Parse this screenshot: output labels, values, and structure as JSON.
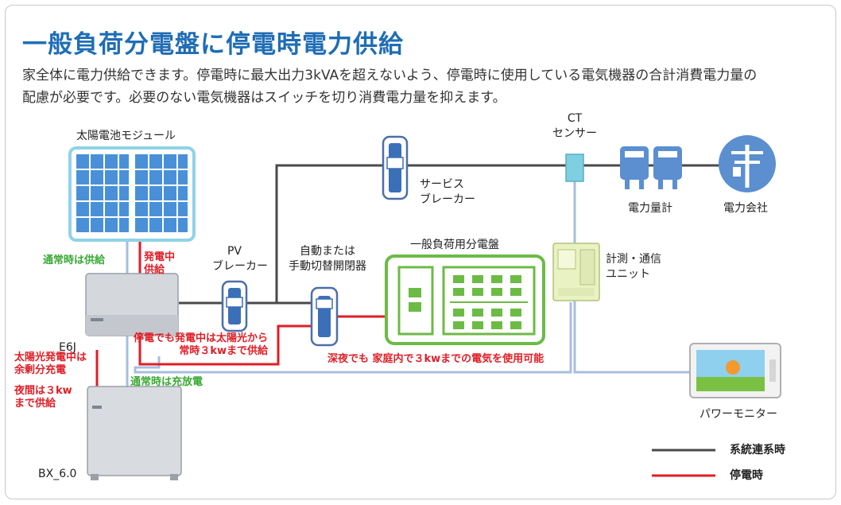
{
  "title": "一般負荷分電盤に停電時電力供給",
  "description": {
    "line1": "家全体に電力供給できます。停電時に最大出力3kVAを超えないよう、停電時に使用している電気機器の合計消費電力量の",
    "line2": "配慮が必要です。必要のない電気機器はスイッチを切り消費電力量を抑えます。"
  },
  "labels": {
    "solar_module": "太陽電池モジュール",
    "pv_breaker": [
      "PV",
      "ブレーカー"
    ],
    "auto_switch": [
      "自動または",
      "手動切替開閉器"
    ],
    "distribution_board": "一般負荷用分電盤",
    "service_breaker": [
      "サービス",
      "ブレーカー"
    ],
    "ct_sensor": [
      "CT",
      "センサー"
    ],
    "power_meter": "電力量計",
    "power_company": "電力会社",
    "measurement_unit": [
      "計測・通信",
      "ユニット"
    ],
    "power_monitor": "パワーモニター",
    "inverter_model": "E6J",
    "battery_model": "BX_6.0"
  },
  "annotations": {
    "normal_supply": "通常時は供給",
    "generating_supply": [
      "発電中",
      "供給"
    ],
    "outage_solar": [
      "停電でも発電中は太陽光から",
      "常時３kwまで供給"
    ],
    "surplus_charge": [
      "太陽光発電中は",
      "余剰分充電"
    ],
    "night_supply": [
      "夜間は３kw",
      "まで供給"
    ],
    "normal_charge_discharge": "通常時は充放電",
    "night_usage": "深夜でも 家庭内で３kwまでの電気を使用可能"
  },
  "legend": [
    {
      "label": "系統連系時",
      "color": "#4a4a4a"
    },
    {
      "label": "停電時",
      "color": "#e01e26"
    }
  ],
  "colors": {
    "title": "#1f6db5",
    "grid_line": "#4a4a4a",
    "outage_line": "#e01e26",
    "comm_line": "#a9bde0",
    "board_green": "#6cbb45",
    "solar_blue": "#4a90d9",
    "solar_frame": "#8fd3e6",
    "company_blue": "#5b8fd0"
  }
}
